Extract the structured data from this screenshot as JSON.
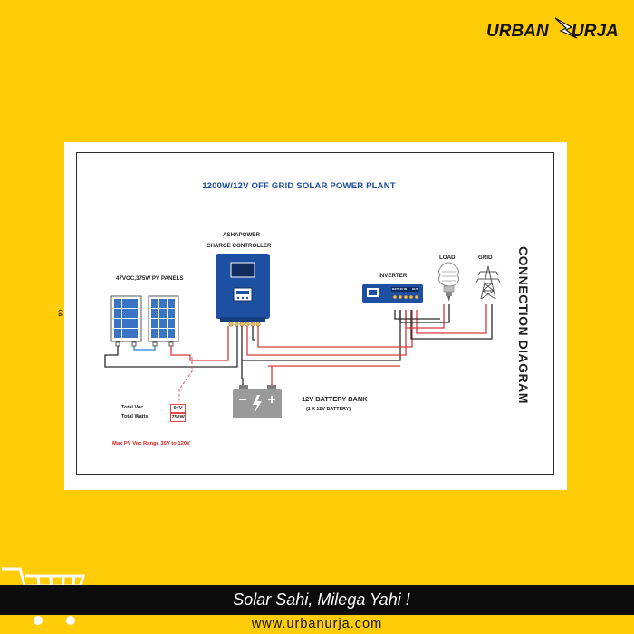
{
  "brand": {
    "part1": "URBAN",
    "part2": "URJA"
  },
  "diagram": {
    "title": "1200W/12V OFF GRID SOLAR POWER PLANT",
    "side_title": "CONNECTION DIAGRAM",
    "side_number": "08",
    "controller_label_1": "ASHAPOWER",
    "controller_label_2": "CHARGE CONTROLLER",
    "panels_label": "47VOC,375W PV PANELS",
    "inverter_label": "INVERTER",
    "inverter_terminals": [
      "BATT IN",
      "IN",
      "OUT"
    ],
    "load_label": "LOAD",
    "grid_label": "GRID",
    "battery_label": "12V BATTERY BANK",
    "battery_sub": "(1 X 12V BATTERY)",
    "total_voc_label": "Total Voc",
    "total_voc_value": "94V",
    "total_watts_label": "Total Watts",
    "total_watts_value": "750W",
    "max_pv_note": "Max PV Voc Range 30V to 120V"
  },
  "footer": {
    "slogan": "Solar Sahi, Milega Yahi !",
    "website": "www.urbanurja.com"
  },
  "colors": {
    "background": "#FFCD07",
    "controller_blue": "#1d4fa3",
    "wire_red": "#d63a3a",
    "wire_dark": "#2b2b2b",
    "battery_grey": "#9a9a9a"
  }
}
